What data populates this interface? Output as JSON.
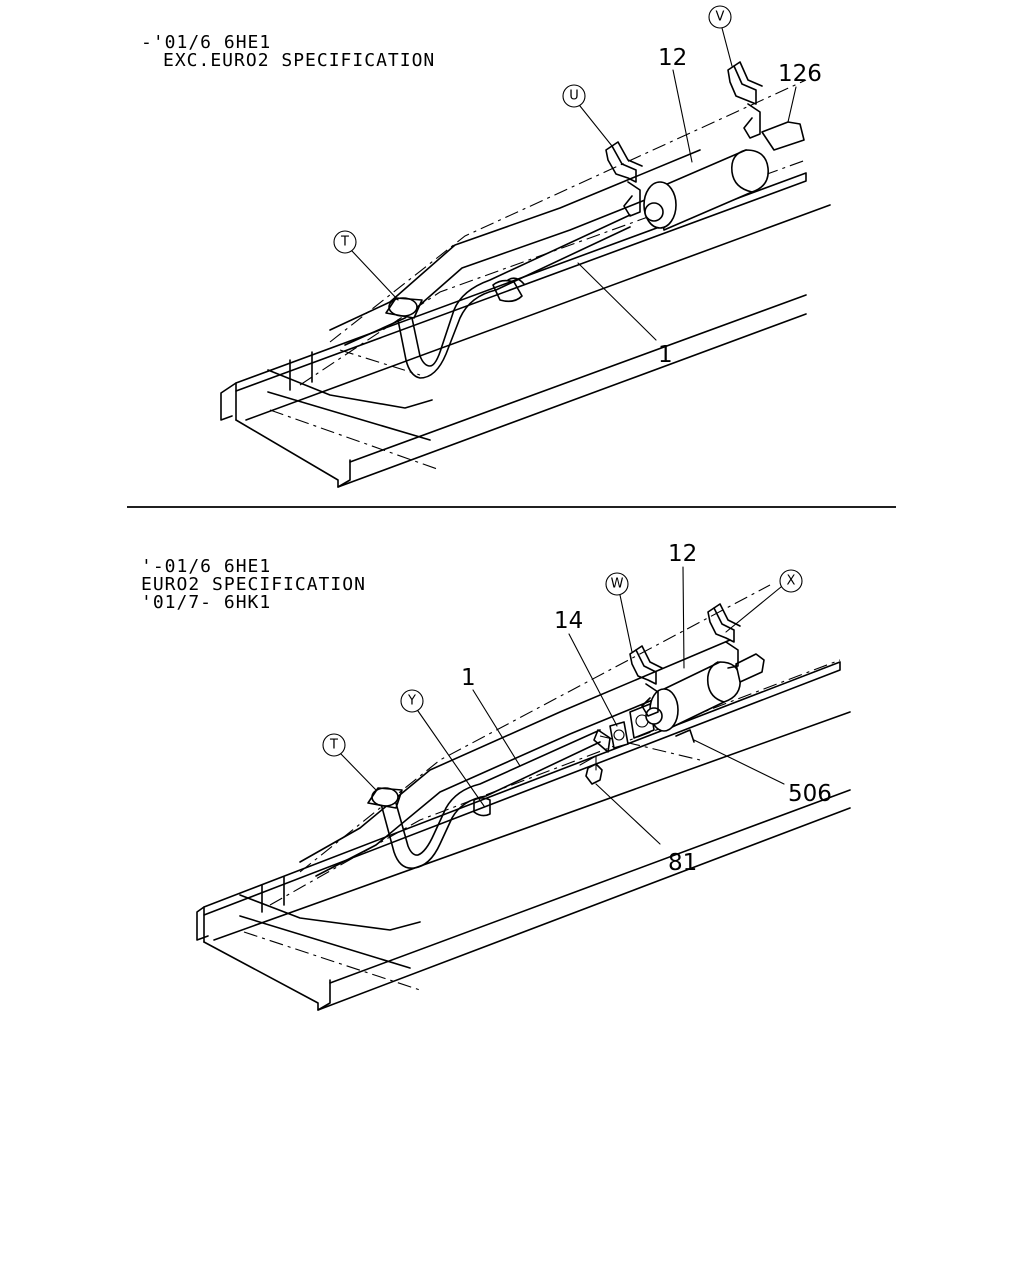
{
  "top_view": {
    "spec_lines": [
      "-'01/6 6HE1",
      "EXC.EURO2 SPECIFICATION"
    ],
    "callouts": {
      "t": "T",
      "u": "U",
      "v": "V"
    },
    "part_numbers": {
      "p12": "12",
      "p126": "126",
      "p1": "1"
    }
  },
  "bottom_view": {
    "spec_lines": [
      "'-01/6  6HE1",
      "EURO2 SPECIFICATION",
      "'01/7- 6HK1"
    ],
    "callouts": {
      "t": "T",
      "w": "W",
      "x": "X",
      "y": "Y"
    },
    "part_numbers": {
      "p12": "12",
      "p14": "14",
      "p1": "1",
      "p506": "506",
      "p81": "81"
    }
  }
}
